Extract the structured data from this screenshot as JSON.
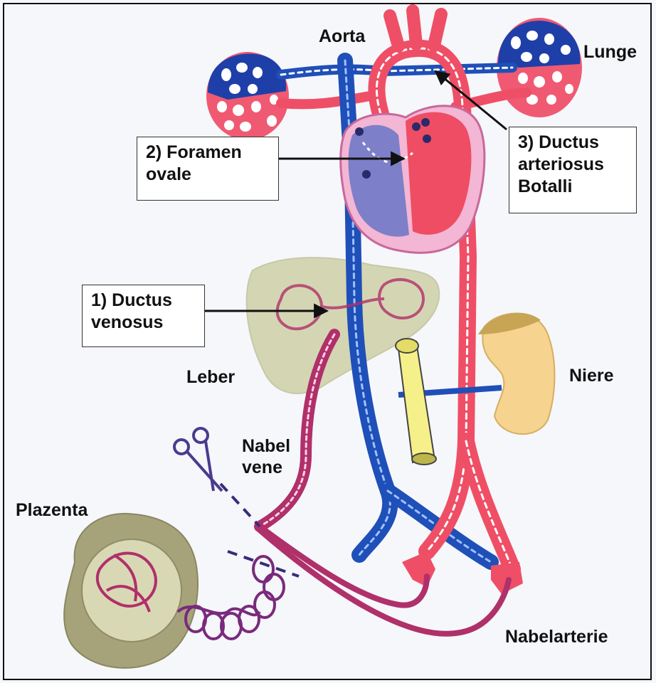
{
  "labels": {
    "aorta": "Aorta",
    "lunge": "Lunge",
    "leber": "Leber",
    "niere": "Niere",
    "nabelvene_line1": "Nabel",
    "nabelvene_line2": "vene",
    "plazenta": "Plazenta",
    "nabelarterie": "Nabelarterie"
  },
  "callouts": {
    "foramen_ovale": {
      "line1": "2) Foramen",
      "line2": "ovale"
    },
    "ductus_arteriosus": {
      "line1": "3) Ductus",
      "line2": "arteriosus",
      "line3": "Botalli"
    },
    "ductus_venosus": {
      "line1": "1) Ductus",
      "line2": "venosus"
    }
  },
  "colors": {
    "artery": "#ef4f66",
    "vein": "#1f4fb8",
    "mixed": "#b0306a",
    "liver": "#cfd1a6",
    "placenta": "#a8a57e",
    "kidney": "#f6d38e",
    "intestine": "#f6f08a",
    "heart_outline": "#c8689a"
  },
  "icons": [
    "scissors-icon"
  ]
}
